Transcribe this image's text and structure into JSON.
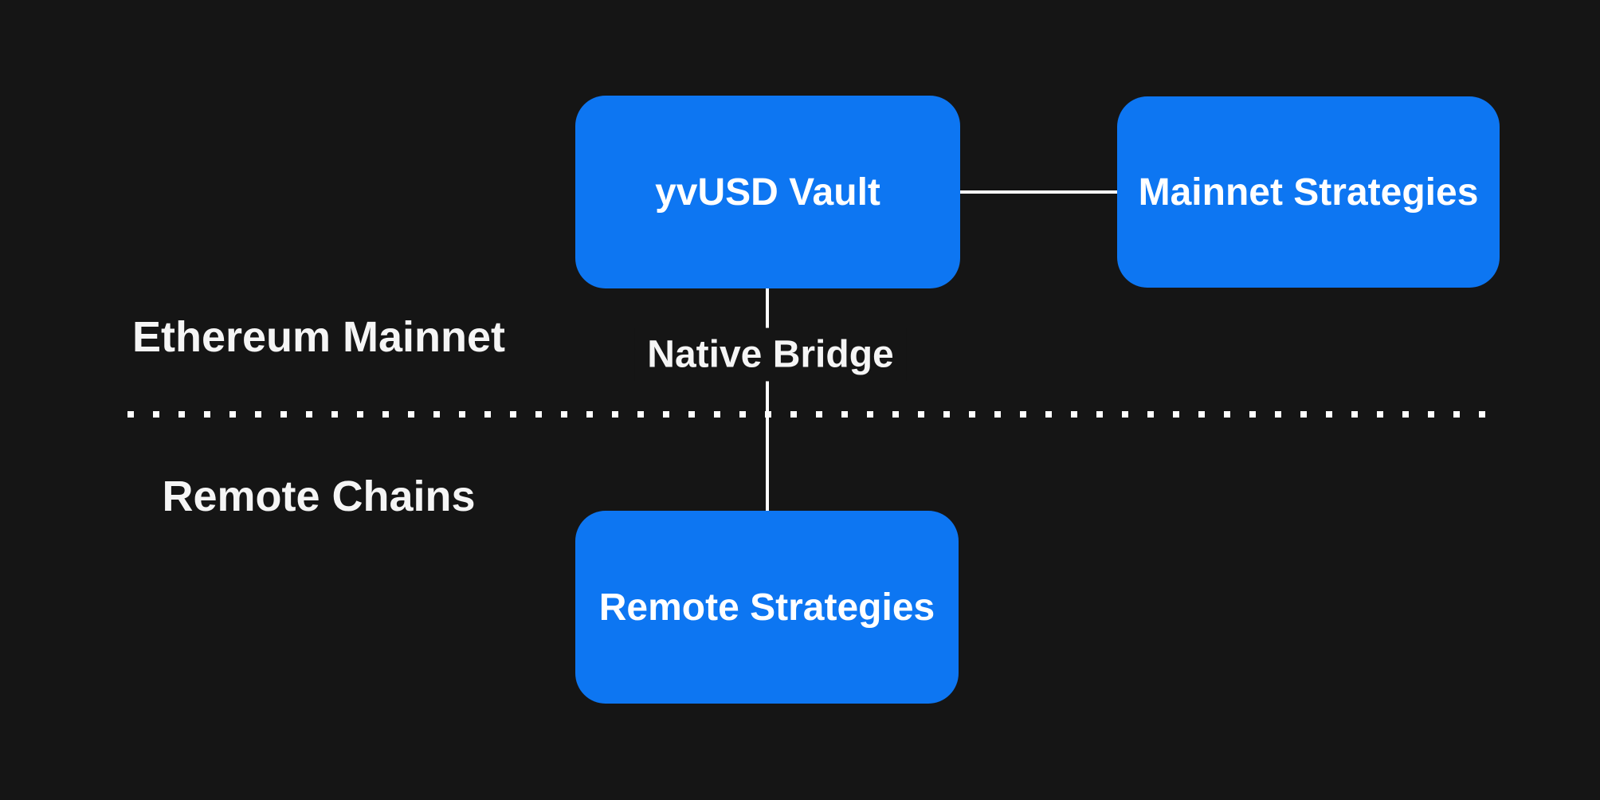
{
  "colors": {
    "bg": "#151515",
    "node-fill": "#0d76f2",
    "node-text": "#ffffff",
    "line": "#ffffff",
    "label-text": "#f5f5f5"
  },
  "diagram": {
    "type": "flowchart",
    "sections": {
      "mainnet": {
        "label": "Ethereum Mainnet"
      },
      "remote": {
        "label": "Remote Chains"
      }
    },
    "nodes": {
      "vault": {
        "label": "yvUSD Vault"
      },
      "mainnet_strategies": {
        "label": "Mainnet Strategies"
      },
      "remote_strategies": {
        "label": "Remote Strategies"
      }
    },
    "edges": {
      "vault_to_mainnet_strategies": {
        "label": ""
      },
      "vault_to_remote_strategies": {
        "label": "Native Bridge"
      }
    }
  }
}
